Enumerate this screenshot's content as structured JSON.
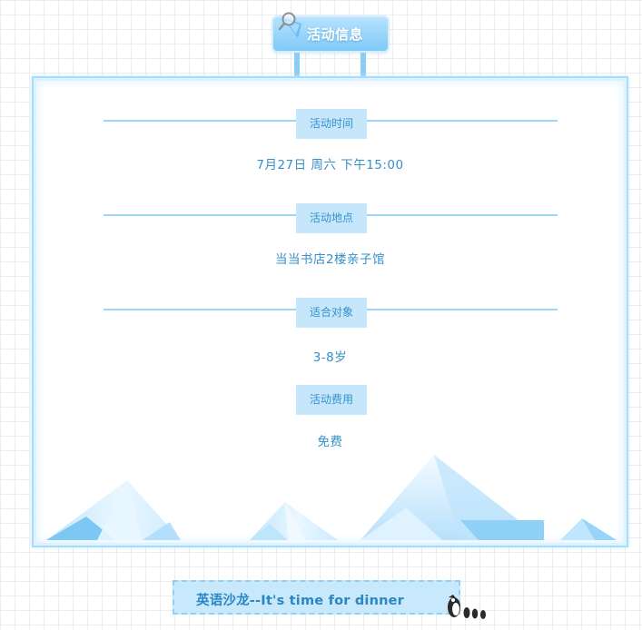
{
  "header": {
    "title": "活动信息",
    "icon": "magnifier-icon"
  },
  "sections": [
    {
      "label": "活动时间",
      "value": "7月27日 周六 下午15:00"
    },
    {
      "label": "活动地点",
      "value": "当当书店2楼亲子馆"
    },
    {
      "label": "适合对象",
      "value": "3-8岁"
    },
    {
      "label": "活动费用",
      "value": "免费"
    }
  ],
  "footer": {
    "text": "英语沙龙--It's time for dinner",
    "icon": "penguin-icon"
  },
  "colors": {
    "accent": "#7fcaf6",
    "label_bg": "#c6e6fb",
    "text": "#3590c8",
    "line": "#9fd6f5"
  }
}
